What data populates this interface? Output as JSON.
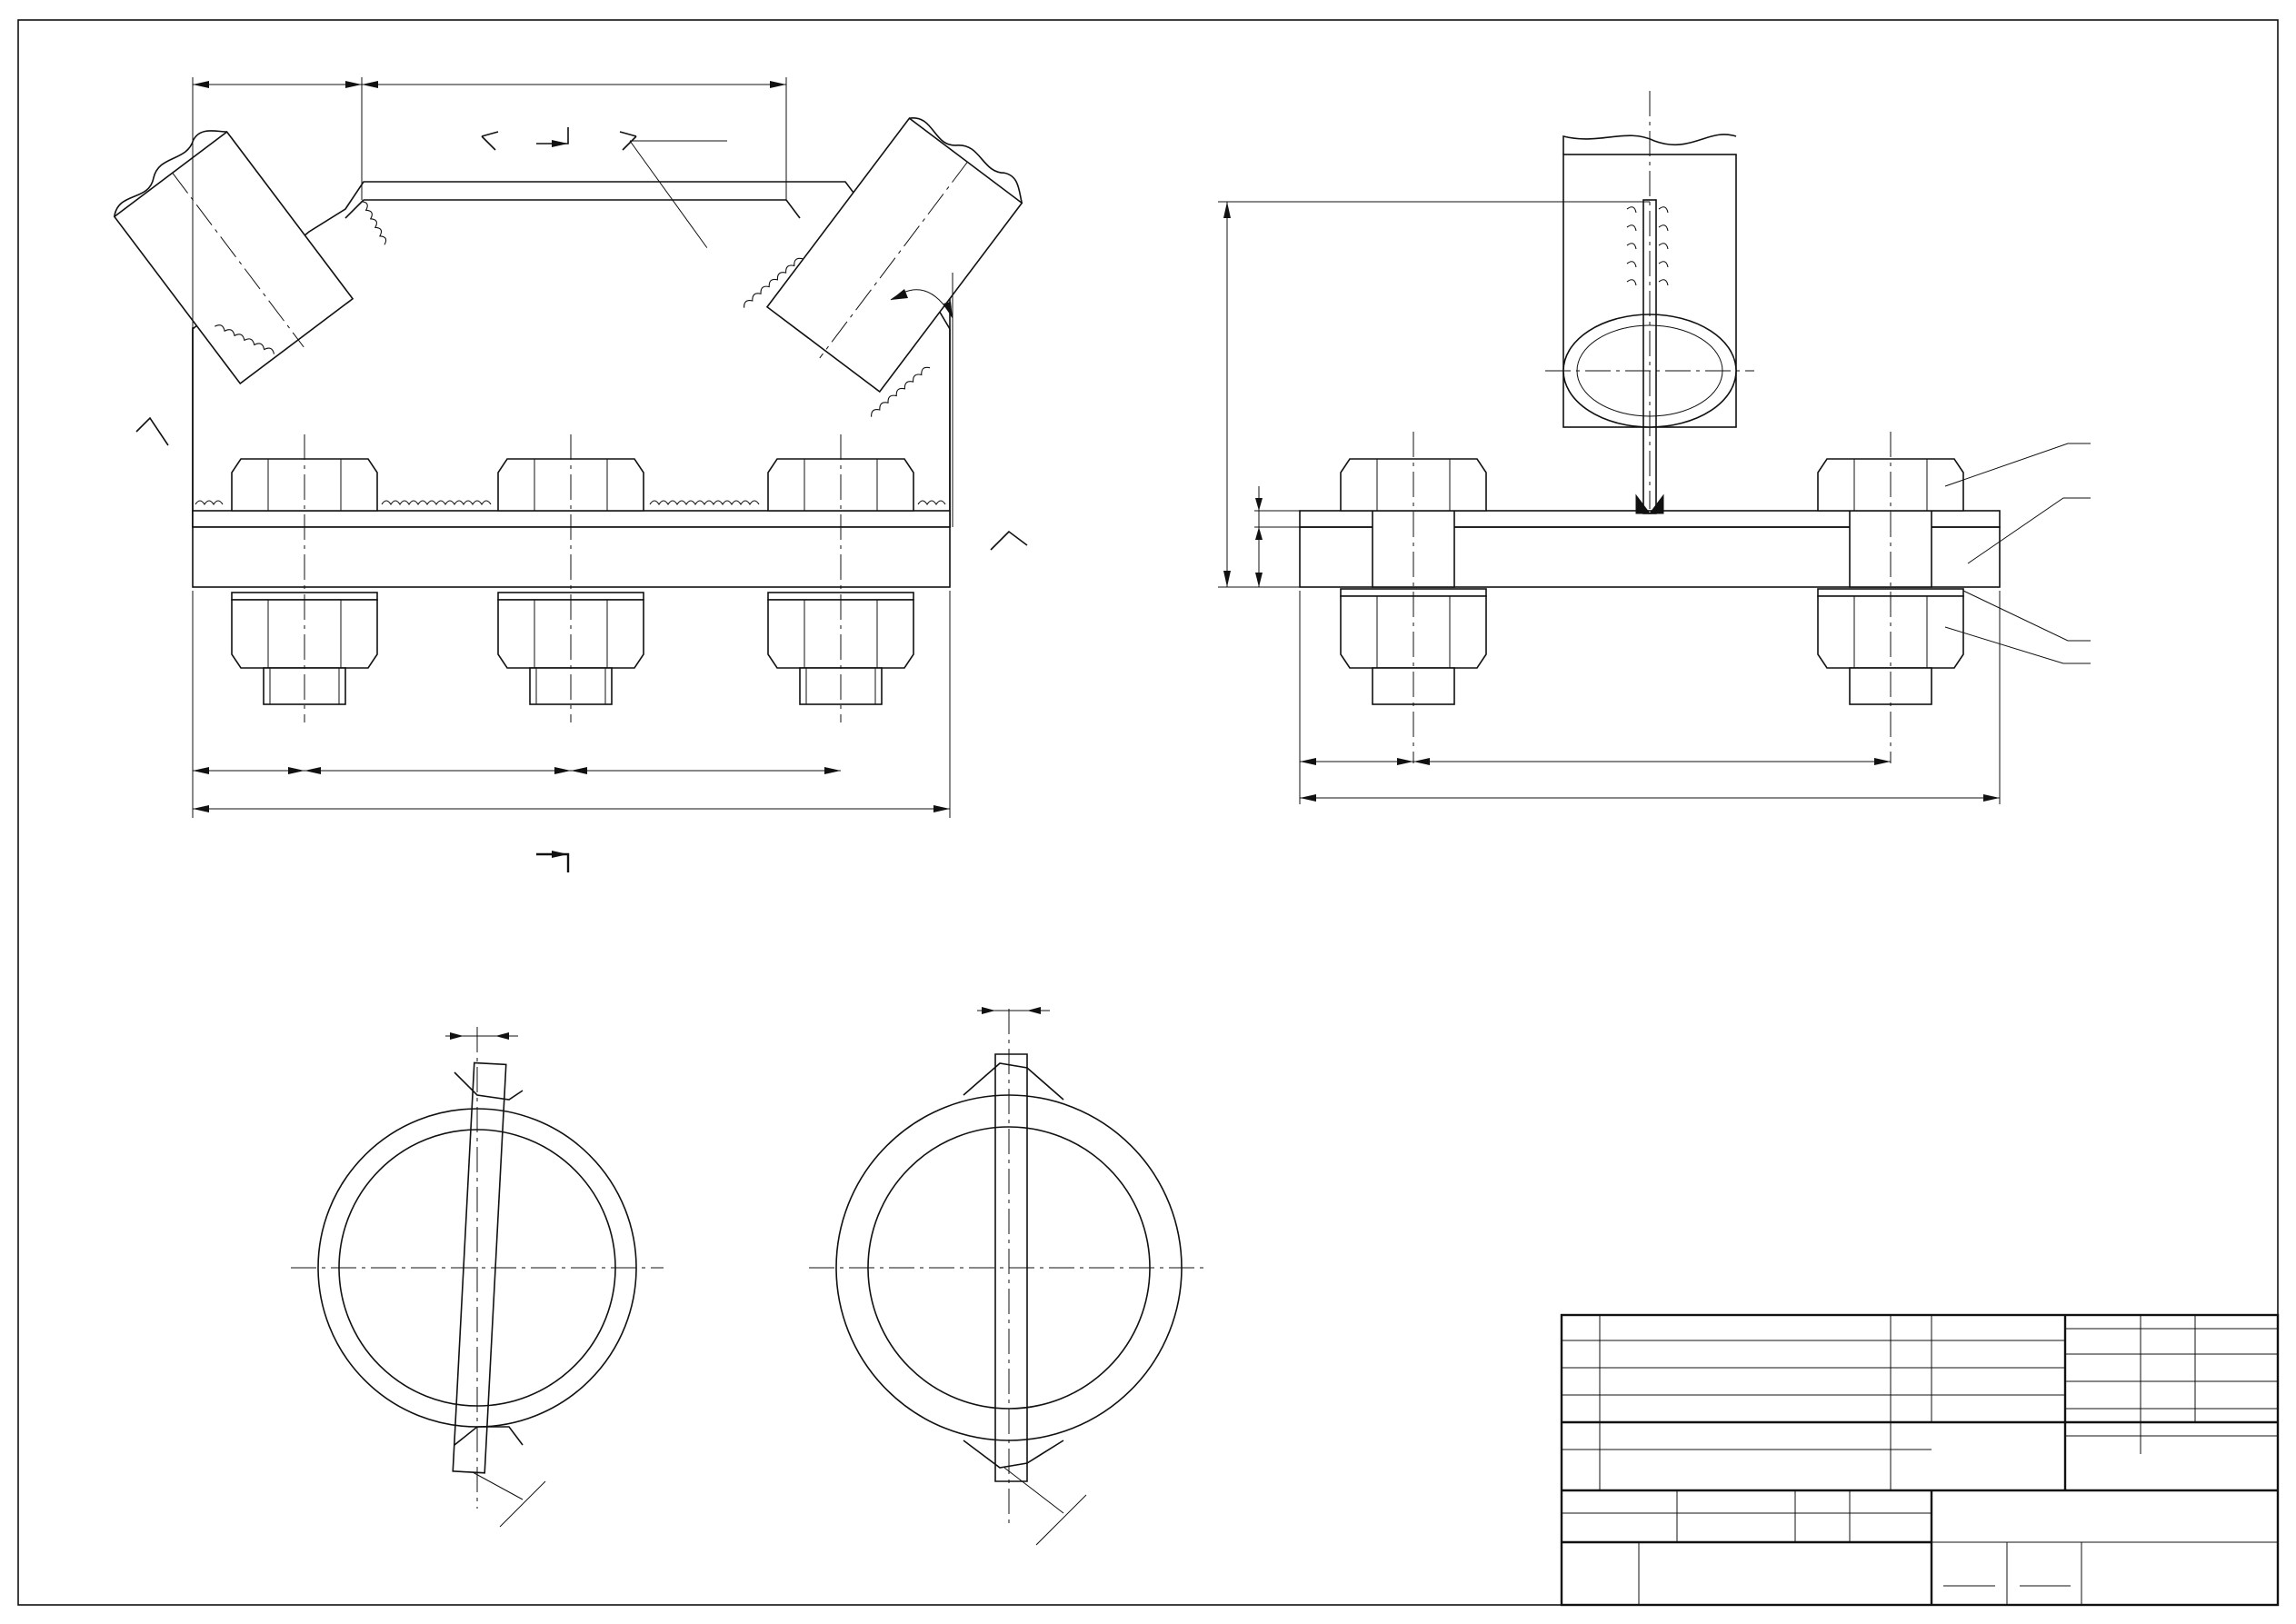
{
  "sheet": {
    "title": "",
    "views": [
      {
        "id": "front-view"
      },
      {
        "id": "side-section-view"
      },
      {
        "id": "tube-section-left"
      },
      {
        "id": "tube-section-right"
      }
    ],
    "title_block": {
      "id": "title-block"
    }
  }
}
